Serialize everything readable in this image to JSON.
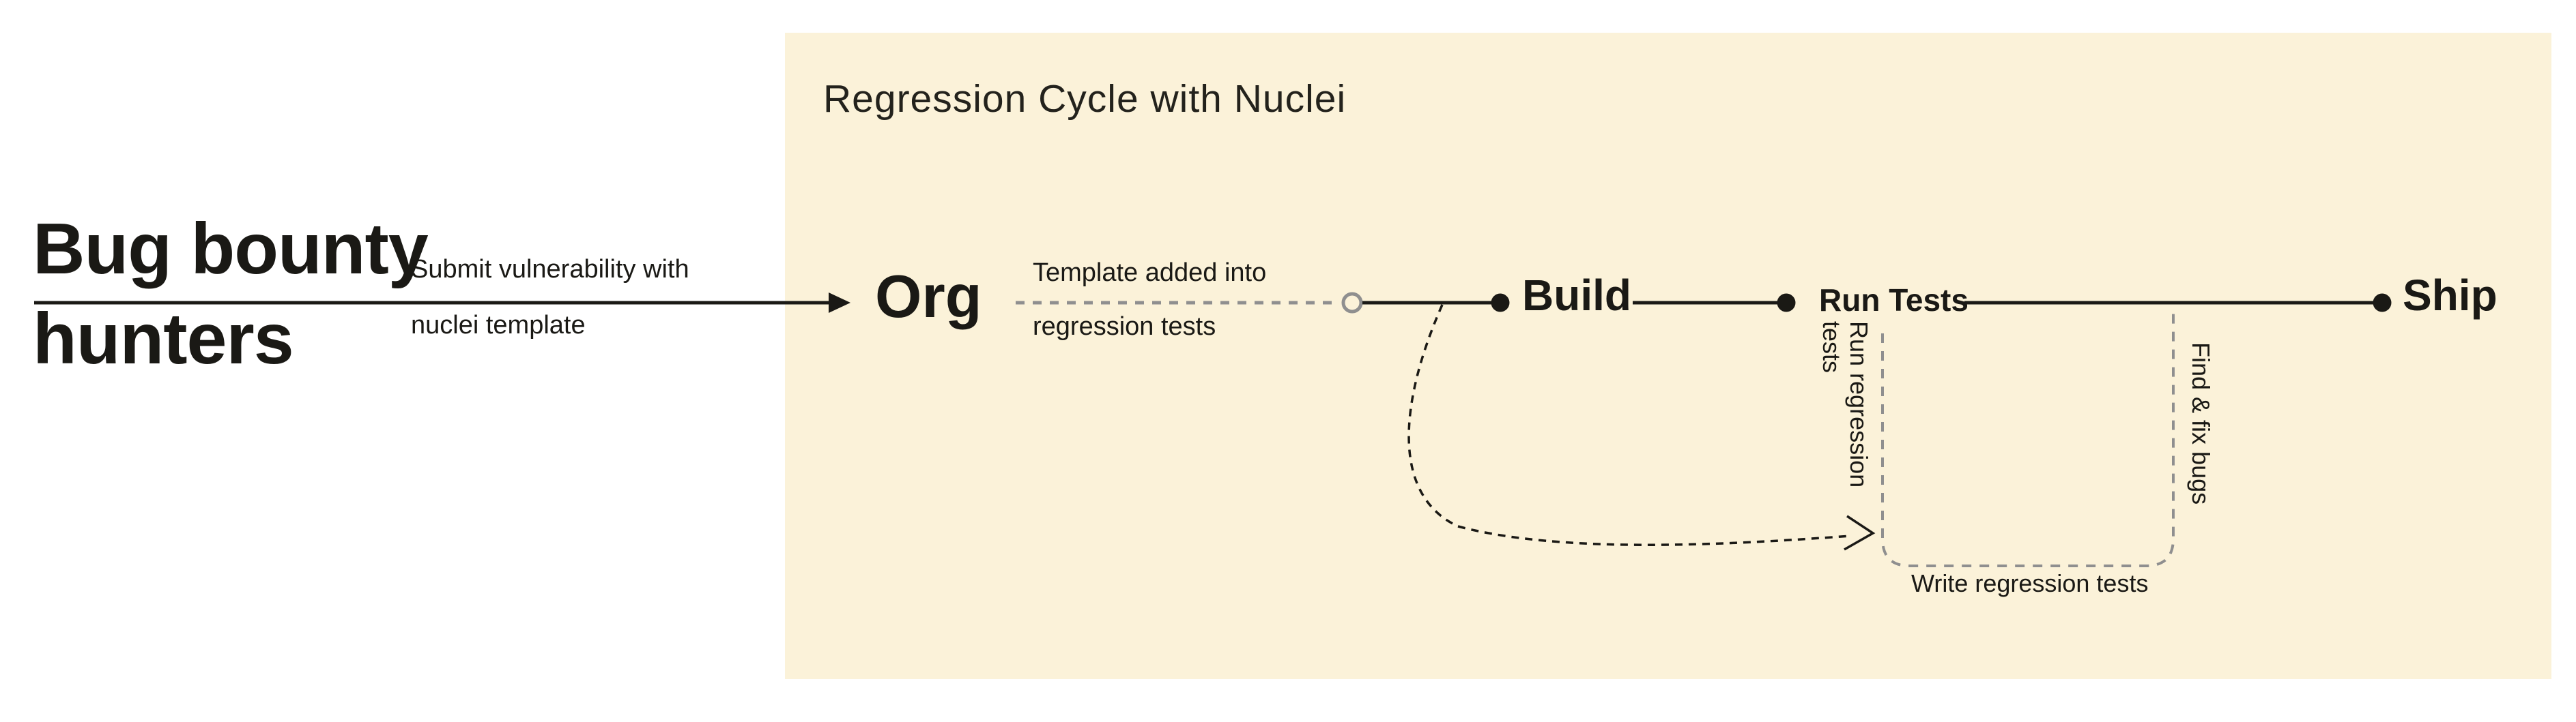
{
  "colors": {
    "background": "#FFFFFF",
    "panel": "#FBF2D9",
    "ink": "#1A1915",
    "gray": "#8F8F8F"
  },
  "actor": {
    "line1": "Bug bounty",
    "line2": "hunters"
  },
  "submit_edge": {
    "label_line1": "Submit vulnerability with",
    "label_line2": "nuclei template"
  },
  "panel": {
    "title": "Regression Cycle with Nuclei",
    "org": {
      "label": "Org",
      "edge_label_line1": "Template added into",
      "edge_label_line2": "regression tests"
    },
    "pipeline": {
      "build": "Build",
      "run_tests": "Run Tests",
      "ship": "Ship"
    },
    "annotations": {
      "run_regression_line1": "Run regression",
      "run_regression_line2": "tests",
      "find_fix": "Find & fix bugs",
      "write_tests": "Write regression tests"
    }
  }
}
